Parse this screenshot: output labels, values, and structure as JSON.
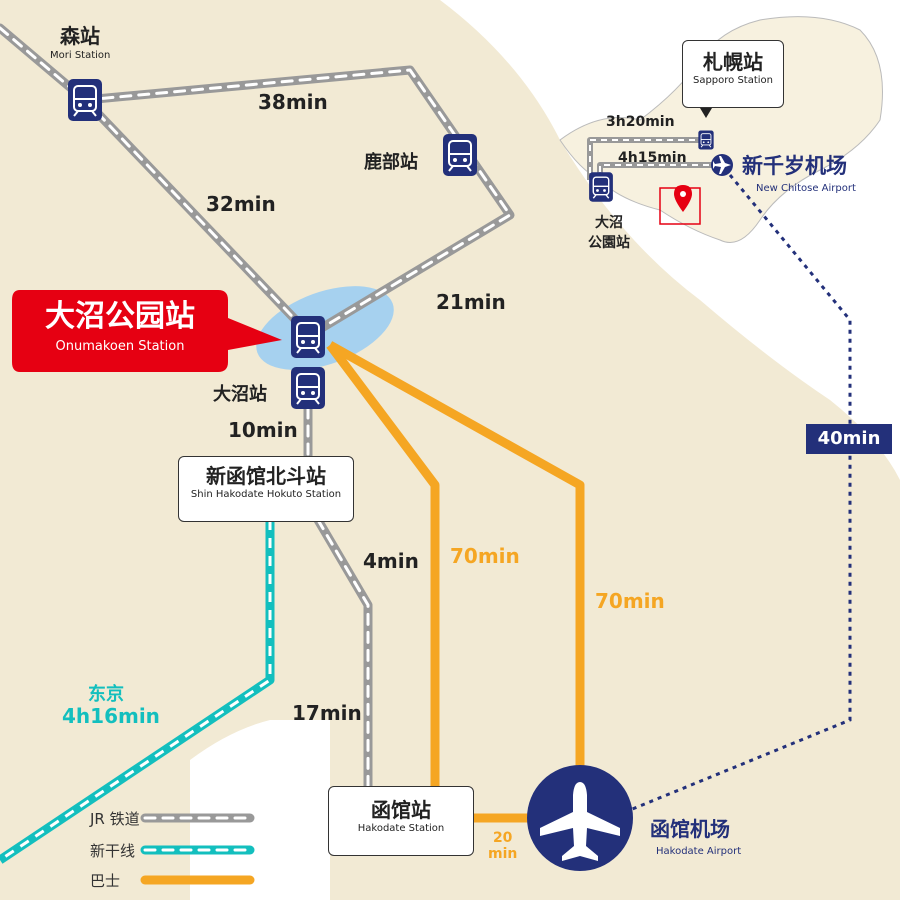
{
  "stations": {
    "mori": {
      "zh": "森站",
      "en": "Mori Station"
    },
    "shikabe": {
      "zh": "鹿部站"
    },
    "onumakoen": {
      "zh": "大沼公园站",
      "en": "Onumakoen Station"
    },
    "onuma": {
      "zh": "大沼站"
    },
    "shin_hakodate": {
      "zh": "新函馆北斗站",
      "en": "Shin Hakodate Hokuto Station"
    },
    "hakodate": {
      "zh": "函馆站",
      "en": "Hakodate Station"
    },
    "sapporo": {
      "zh": "札幌站",
      "en": "Sapporo Station"
    },
    "new_chitose": {
      "zh": "新千岁机场",
      "en": "New Chitose Airport"
    },
    "hakodate_airport": {
      "zh": "函馆机场",
      "en": "Hakodate Airport"
    },
    "inset_onuma_line1": "大沼",
    "inset_onuma_line2": "公園站"
  },
  "times": {
    "mori_shikabe": "38min",
    "mori_onuma": "32min",
    "shikabe_onuma": "21min",
    "onuma_shinhakodate": "10min",
    "shinhakodate_lower": "4min",
    "lower_hakodate": "17min",
    "bus_hakodate_station": "70min",
    "bus_hakodate_airport": "70min",
    "chitose_hakodate_airport": "40min",
    "tokyo_label": "东京",
    "tokyo_time": "4h16min",
    "airport_station_line1": "20",
    "airport_station_line2": "min",
    "inset_top": "3h20min",
    "inset_bottom": "4h15min"
  },
  "legend": {
    "jr": "JR 铁道",
    "shinkansen": "新干线",
    "bus": "巴士"
  },
  "colors": {
    "land": "#f2ead4",
    "jr": "#999999",
    "shinkansen": "#13bfbe",
    "bus": "#f5a623",
    "station_icon": "#23307a",
    "highlight": "#e60012"
  }
}
